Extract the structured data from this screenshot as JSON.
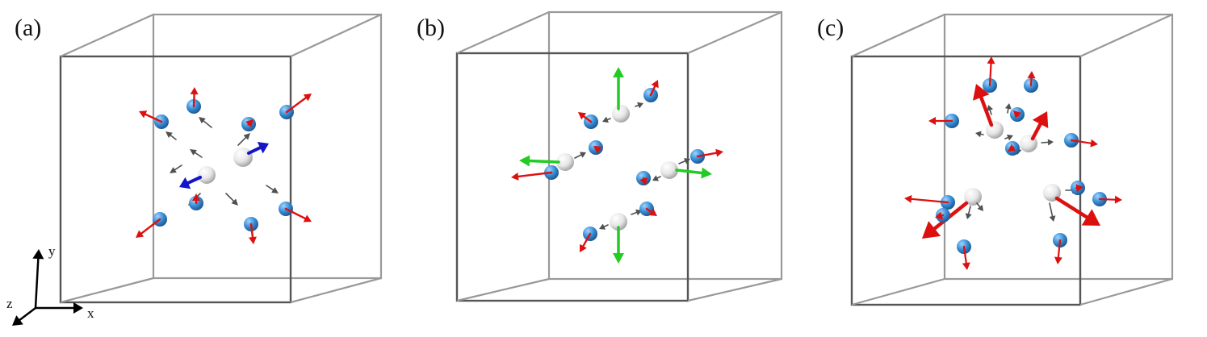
{
  "panels": [
    {
      "label": "(a)"
    },
    {
      "label": "(b)"
    },
    {
      "label": "(c)"
    }
  ],
  "axes": {
    "x": "x",
    "y": "y",
    "z": "z"
  },
  "colors": {
    "cube_edge": "#999999",
    "cube_edge_dark": "#555555",
    "anion_atom": "#3a8fd6",
    "cation_atom": "#e2e2e2",
    "arrow_red": "#dd1010",
    "arrow_blue": "#1414c8",
    "arrow_green": "#22cc22",
    "arrow_gray": "#505050"
  }
}
